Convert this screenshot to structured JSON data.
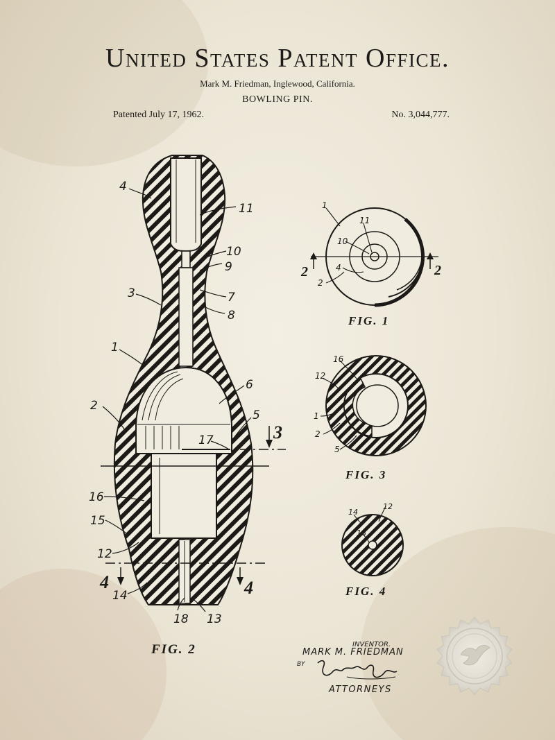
{
  "header": {
    "office": "United States Patent Office.",
    "inventor_line": "Mark M. Friedman, Inglewood, California.",
    "subject": "BOWLING PIN.",
    "patented": "Patented July 17, 1962.",
    "number": "No. 3,044,777."
  },
  "figures": {
    "fig1": "FIG. 1",
    "fig2": "FIG. 2",
    "fig3": "FIG. 3",
    "fig4": "FIG. 4"
  },
  "reference_numerals": {
    "fig2": [
      "4",
      "11",
      "10",
      "9",
      "3",
      "7",
      "8",
      "1",
      "6",
      "2",
      "5",
      "17",
      "16",
      "15",
      "12",
      "14",
      "18",
      "13"
    ],
    "fig1": [
      "1",
      "11",
      "10",
      "4",
      "2"
    ],
    "fig3": [
      "16",
      "12",
      "1",
      "2",
      "5"
    ],
    "fig4": [
      "14",
      "12",
      "18"
    ],
    "section_marks": [
      "3",
      "2",
      "2",
      "4",
      "4"
    ]
  },
  "signature_block": {
    "inventor_label": "INVENTOR.",
    "inventor_name": "MARK M. FRIEDMAN",
    "by": "BY",
    "attorney_signature": "Lyon & Lyon",
    "attorneys_label": "ATTORNEYS"
  },
  "seal": "embossed-eagle-seal"
}
